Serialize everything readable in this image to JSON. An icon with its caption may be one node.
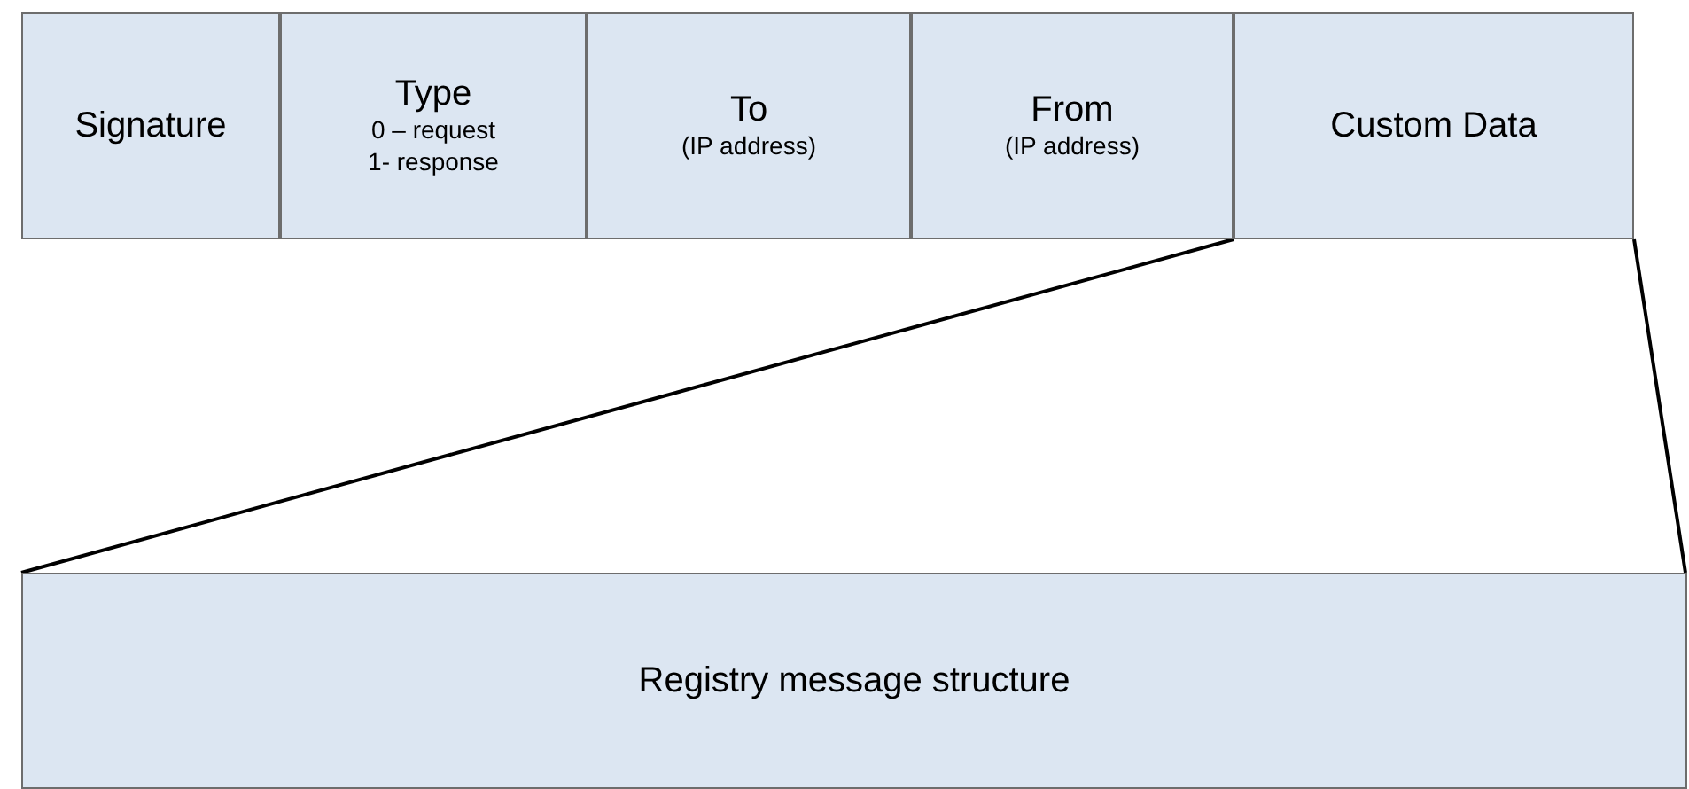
{
  "diagram": {
    "nodes": [
      {
        "text": [
          "Signature"
        ]
      },
      {
        "text": [
          "Type",
          "0 – request",
          "1- response"
        ]
      },
      {
        "text": [
          "To",
          "(IP address)"
        ]
      },
      {
        "text": [
          "From",
          "(IP address)"
        ]
      },
      {
        "text": [
          "Custom Data"
        ]
      },
      {
        "text": [
          "Registry message structure"
        ]
      }
    ],
    "edges": [
      {
        "from": 4,
        "to": 5,
        "arrow": "none"
      },
      {
        "from": 4,
        "to": 5,
        "arrow": "none"
      }
    ]
  }
}
